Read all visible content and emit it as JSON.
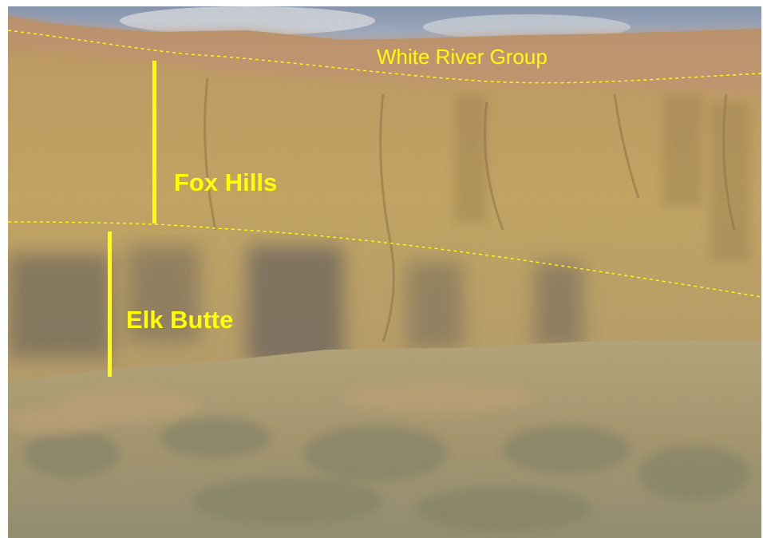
{
  "labels": {
    "white_river_group": "White River Group",
    "fox_hills": "Fox Hills",
    "elk_butte": "Elk Butte"
  },
  "colors": {
    "annotation": "#ffff00",
    "sky": "#9fb2cf",
    "cliff": "#c0a05a",
    "dark_shale": "#6d6358",
    "grass": "#a99a72"
  }
}
